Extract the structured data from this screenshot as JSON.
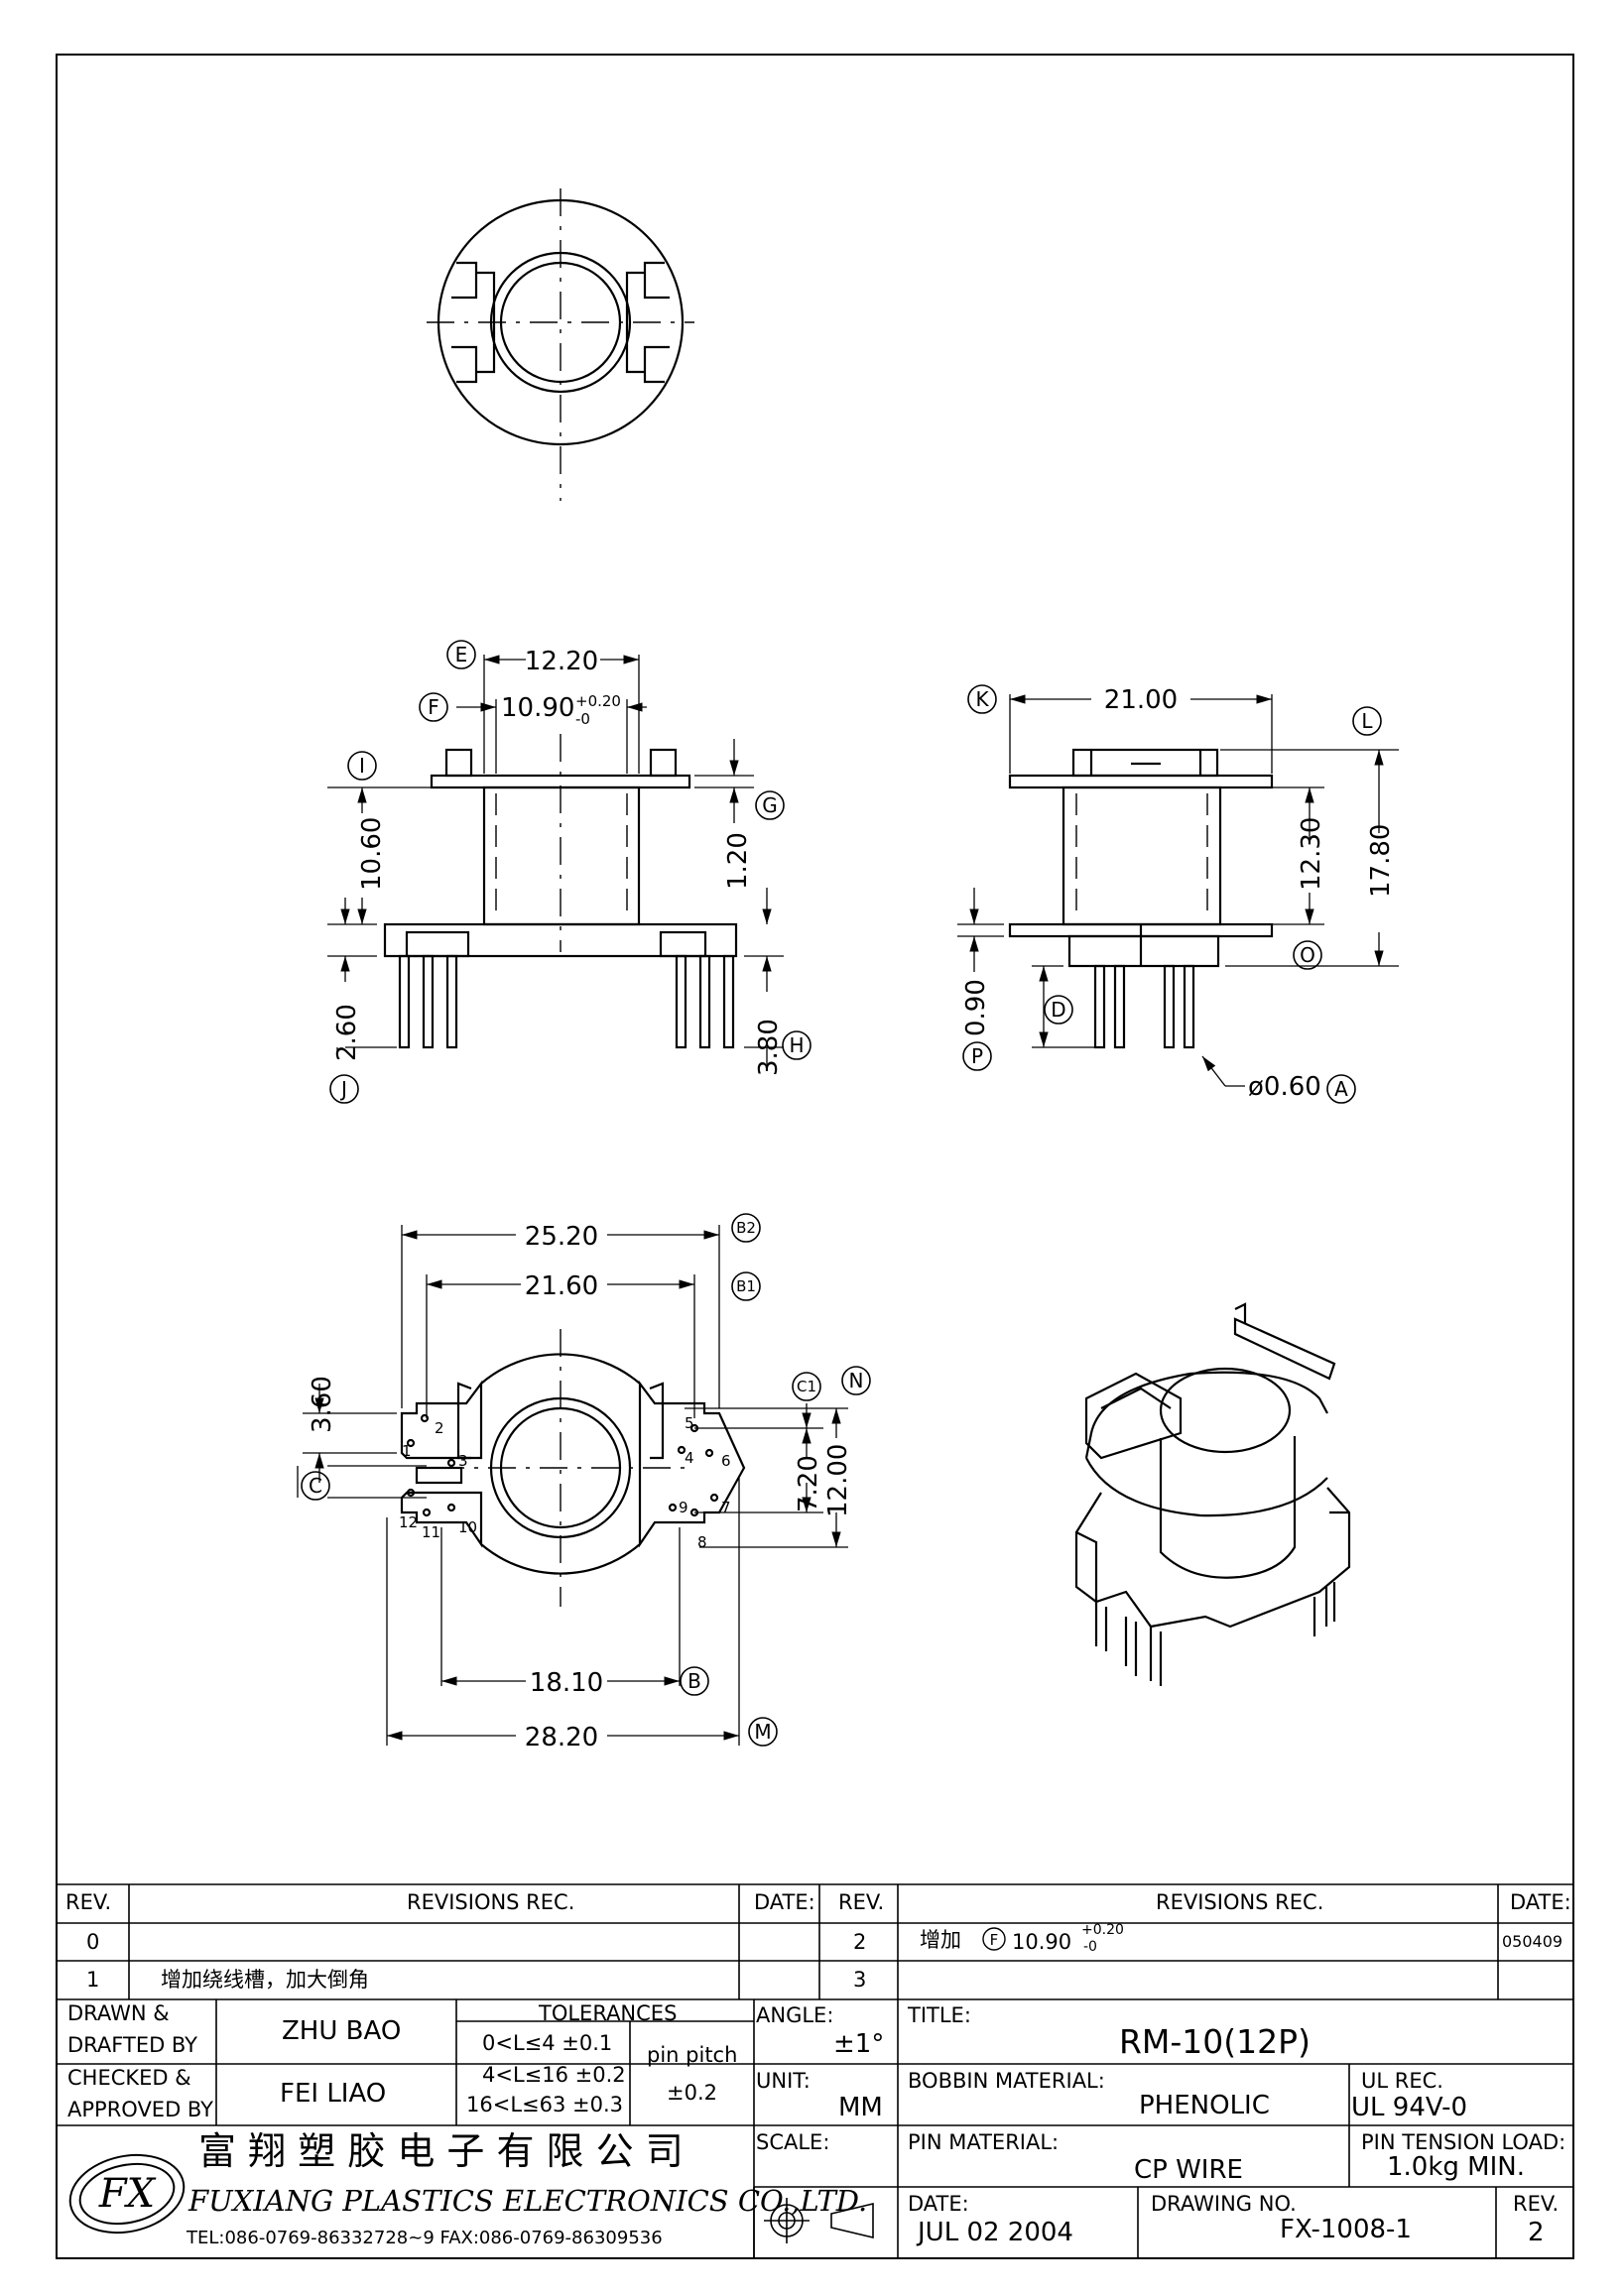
{
  "drawing_views": {
    "side_view_dims": {
      "e": "12.20",
      "f": "10.90",
      "f_tol_plus": "+0.20",
      "f_tol_minus": "-0",
      "i": "10.60",
      "g": "1.20",
      "j": "2.60",
      "h": "3.80"
    },
    "end_view_dims": {
      "k": "21.00",
      "l": "17.80",
      "o": "12.30",
      "p": "0.90",
      "pin_dia": "ø0.60"
    },
    "bottom_view_dims": {
      "b2": "25.20",
      "b1": "21.60",
      "b": "18.10",
      "m": "28.20",
      "c_top": "3.60",
      "c1": "7.20",
      "n": "12.00"
    },
    "callouts": {
      "e": "E",
      "f": "F",
      "i": "I",
      "g": "G",
      "j": "J",
      "h": "H",
      "k": "K",
      "l": "L",
      "o": "O",
      "d": "D",
      "p": "P",
      "a": "A",
      "b2": "B2",
      "b1": "B1",
      "b": "B",
      "m": "M",
      "c": "C",
      "c1": "C1",
      "n": "N"
    },
    "pin_numbers": [
      "1",
      "2",
      "3",
      "4",
      "5",
      "6",
      "7",
      "8",
      "9",
      "10",
      "11",
      "12"
    ]
  },
  "revisions": {
    "headers": {
      "rev": "REV.",
      "rec": "REVISIONS   REC.",
      "date": "DATE:"
    },
    "left": [
      {
        "rev": "0",
        "text": "",
        "date": ""
      },
      {
        "rev": "1",
        "text": "增加绕线槽，加大倒角",
        "date": ""
      }
    ],
    "right": [
      {
        "rev": "2",
        "text": "增加",
        "callout": "F",
        "value": "10.90",
        "tol_plus": "+0.20",
        "tol_minus": "-0",
        "date": "050409"
      },
      {
        "rev": "3",
        "text": "",
        "date": ""
      }
    ]
  },
  "title_block": {
    "drawn_label_1": "DRAWN  &",
    "drawn_label_2": "DRAFTED  BY",
    "drawn_by": "ZHU BAO",
    "checked_label_1": "CHECKED &",
    "checked_label_2": "APPROVED  BY",
    "checked_by": "FEI LIAO",
    "tolerances_label": "TOLERANCES",
    "tolerance_rows": [
      "0<L≤4    ±0.1",
      "4<L≤16  ±0.2",
      "16<L≤63  ±0.3"
    ],
    "pin_pitch_label": "pin  pitch",
    "pin_pitch_value": "±0.2",
    "angle_label": "ANGLE:",
    "angle_value": "±1°",
    "unit_label": "UNIT:",
    "unit_value": "MM",
    "scale_label": "SCALE:",
    "title_label": "TITLE:",
    "title_value": "RM-10(12P)",
    "bobbin_label": "BOBBIN  MATERIAL:",
    "bobbin_value": "PHENOLIC",
    "ul_label": "UL  REC.",
    "ul_value": "UL  94V-0",
    "pin_material_label": "PIN  MATERIAL:",
    "pin_material_value": "CP  WIRE",
    "tension_label": "PIN  TENSION  LOAD:",
    "tension_value": "1.0kg  MIN.",
    "date_label": "DATE:",
    "date_value": "JUL  02  2004",
    "drawing_no_label": "DRAWING  NO.",
    "drawing_no_value": "FX-1008-1",
    "rev_label": "REV.",
    "rev_value": "2"
  },
  "company": {
    "name_cn": "富 翔 塑 胶 电 子 有 限 公 司",
    "name_en": "FUXIANG PLASTICS ELECTRONICS CO.,LTD.",
    "contact": "TEL:086-0769-86332728~9   FAX:086-0769-86309536",
    "logo_text": "FX"
  }
}
